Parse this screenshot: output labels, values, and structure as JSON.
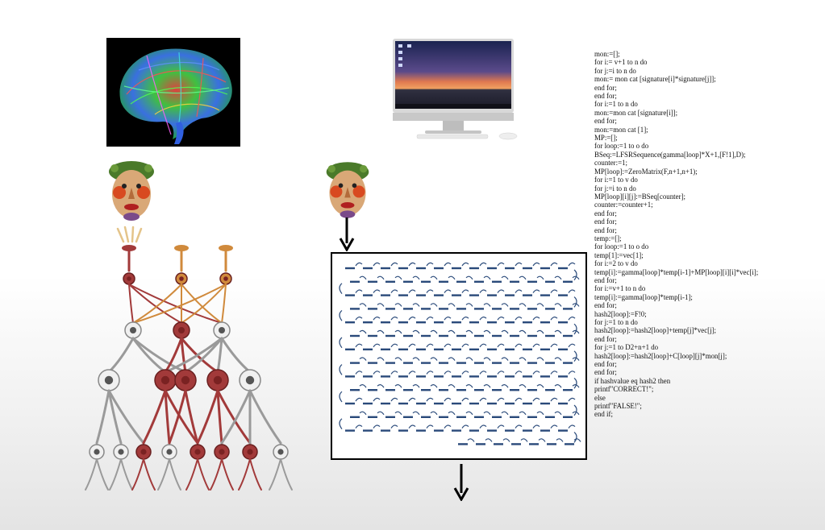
{
  "icons": {
    "brain": "brain-tractography-icon",
    "face": "vegetable-face-portrait-icon",
    "computer": "desktop-computer-icon",
    "arrow": "arrow-down-icon"
  },
  "colors": {
    "neuron_red": "#a23a3a",
    "neuron_orange": "#d08a3c",
    "neuron_grey": "#9a9a9a",
    "sequence_blue": "#2a4a7a"
  },
  "code_lines": [
    "mon:=[];",
    "for i:= v+1 to n do",
    "for j:=i to n do",
    "mon:= mon cat [signature[i]*signature[j]];",
    "end for;",
    "end for;",
    "for i:=1 to n do",
    "mon:=mon cat [signature[i]];",
    "end for;",
    "mon:=mon cat [1];",
    "MP:=[];",
    "for loop:=1 to o do",
    "BSeq:=LFSRSequence(gamma[loop]*X+1,[F!1],D);",
    "counter:=1;",
    "MP[loop]:=ZeroMatrix(F,n+1,n+1);",
    "for i:=1 to v do",
    "for j:=i to n do",
    "MP[loop][i][j]:=BSeq[counter];",
    "counter:=counter+1;",
    "end for;",
    "end for;",
    "end for;",
    "temp:=[];",
    "for loop:=1 to o do",
    "temp[1]:=vec[1];",
    "for i:=2 to v do",
    "temp[i]:=gamma[loop]*temp[i-1]+MP[loop][i][i]*vec[i];",
    "end for;",
    "for i:=v+1 to n do",
    "temp[i]:=gamma[loop]*temp[i-1];",
    "end for;",
    "hash2[loop]:=F!0;",
    "for j:=1 to n do",
    "hash2[loop]:=hash2[loop]+temp[j]*vec[j];",
    "end for;",
    "for j:=1 to D2+n+1 do",
    "hash2[loop]:=hash2[loop]+C[loop][j]*mon[j];",
    "end for;",
    "end for;",
    "if hashvalue eq hash2 then",
    "printf\"CORRECT!\";",
    "else",
    "printf\"FALSE!\";",
    "end if;"
  ]
}
